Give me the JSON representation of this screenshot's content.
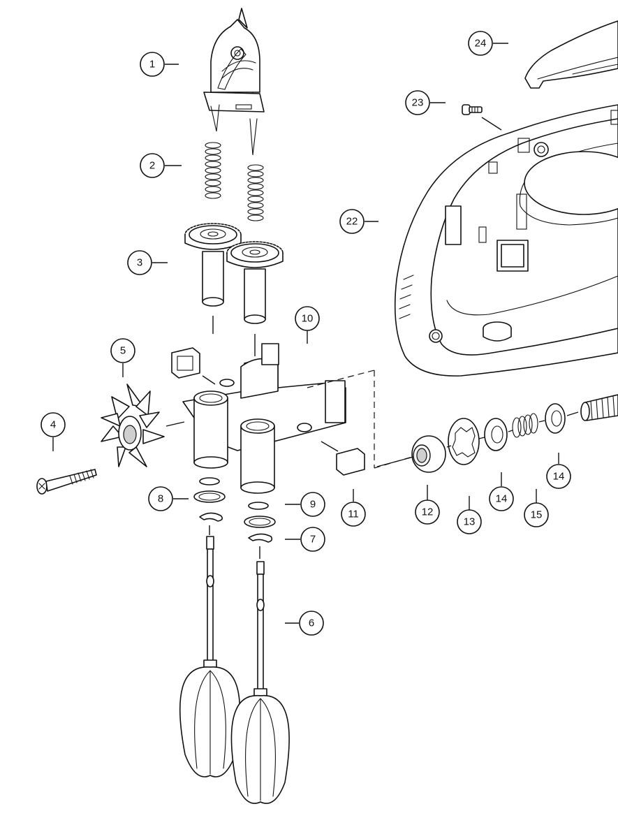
{
  "callouts": {
    "c1": "1",
    "c2": "2",
    "c3": "3",
    "c4": "4",
    "c5": "5",
    "c6": "6",
    "c7": "7",
    "c8": "8",
    "c9": "9",
    "c10": "10",
    "c11": "11",
    "c12": "12",
    "c13": "13",
    "c14a": "14",
    "c14b": "14",
    "c15": "15",
    "c22": "22",
    "c23": "23",
    "c24": "24"
  }
}
